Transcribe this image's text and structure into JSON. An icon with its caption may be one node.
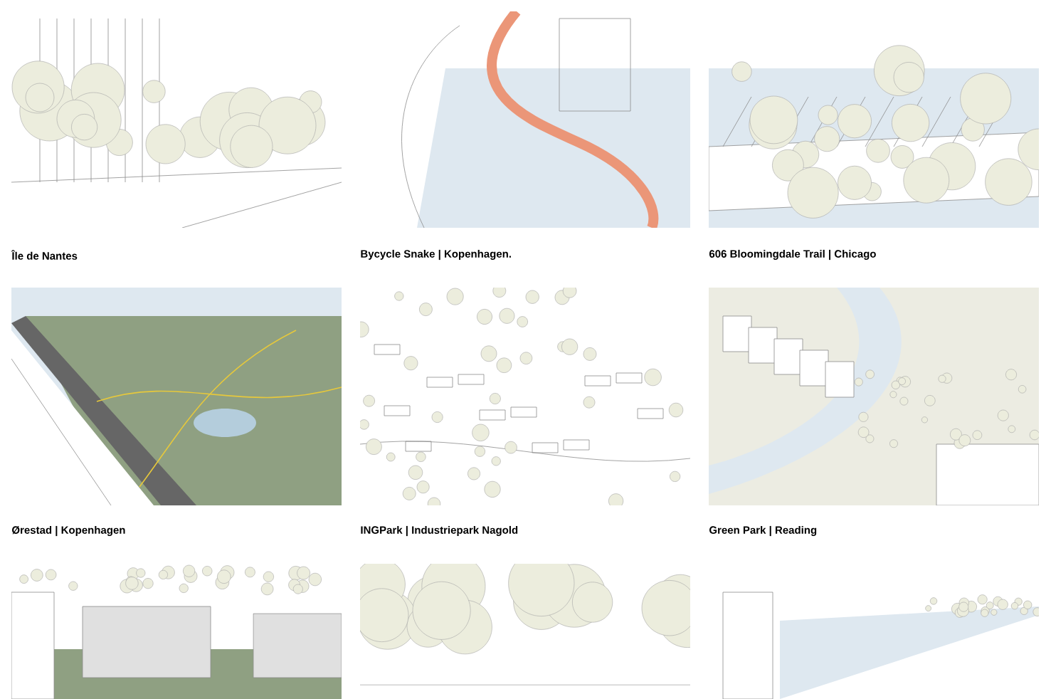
{
  "diagram": {
    "labels": [
      "Île de Nantes",
      "Bycycle Snake | Kopenhagen.",
      "606 Bloomingdale Trail | Chicago",
      "Ørestad | Kopenhagen",
      "INGPark | Industriepark Nagold",
      "Green Park | Reading"
    ]
  }
}
